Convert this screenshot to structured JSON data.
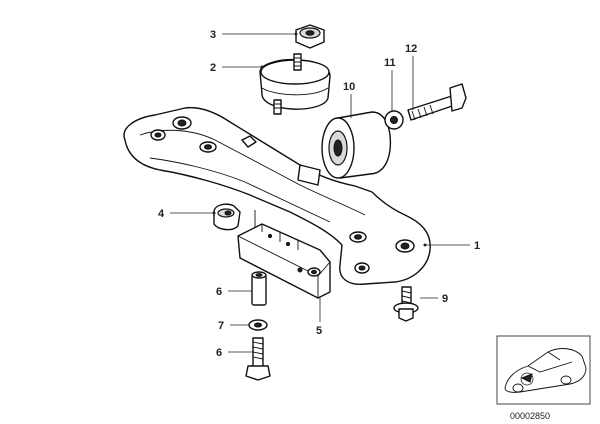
{
  "callouts": [
    {
      "id": "c1",
      "text": "1"
    },
    {
      "id": "c2",
      "text": "2"
    },
    {
      "id": "c3",
      "text": "3"
    },
    {
      "id": "c4",
      "text": "4"
    },
    {
      "id": "c5",
      "text": "5"
    },
    {
      "id": "c6a",
      "text": "6"
    },
    {
      "id": "c6b",
      "text": "6"
    },
    {
      "id": "c7",
      "text": "7"
    },
    {
      "id": "c9",
      "text": "9"
    },
    {
      "id": "c10",
      "text": "10"
    },
    {
      "id": "c11",
      "text": "11"
    },
    {
      "id": "c12",
      "text": "12"
    }
  ],
  "inset": {
    "code": "00002850"
  }
}
